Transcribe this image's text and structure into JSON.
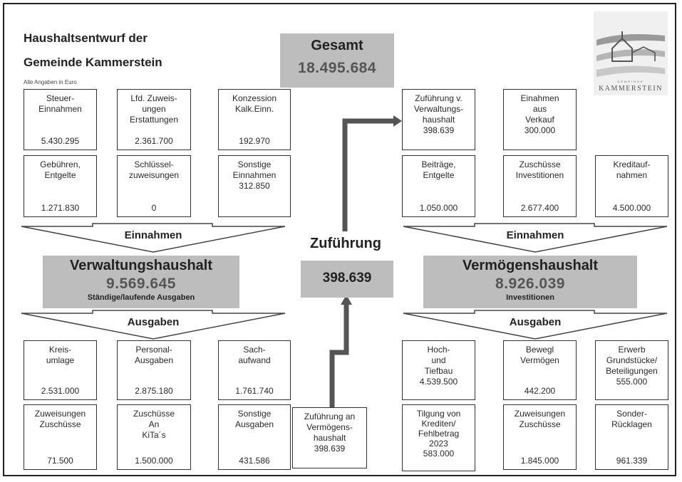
{
  "header": {
    "title_line1": "Haushaltsentwurf der",
    "title_line2": "Gemeinde Kammerstein",
    "note": "Alle Angaben in Euro"
  },
  "logo": {
    "small_text": "GEMEINDE",
    "name": "KAMMERSTEIN"
  },
  "gesamt": {
    "label": "Gesamt",
    "value": "18.495.684"
  },
  "zufuehrung": {
    "label": "Zuführung",
    "value": "398.639"
  },
  "verwaltung": {
    "einnahmen_label": "Einnahmen",
    "ausgaben_label": "Ausgaben",
    "title": "Verwaltungshaushalt",
    "value": "9.569.645",
    "subtitle": "Ständige/laufende Ausgaben",
    "einnahmen": [
      {
        "label": "Steuer-\nEinnahmen",
        "value": "5.430.295"
      },
      {
        "label": "Lfd. Zuweis-\nungen\nErstattungen",
        "value": "2.361.700"
      },
      {
        "label": "Konzession\nKalk.Einn.",
        "value": "192.970"
      },
      {
        "label": "Gebühren,\nEntgelte",
        "value": "1.271.830"
      },
      {
        "label": "Schlüssel-\nzuweisungen",
        "value": "0"
      },
      {
        "label": "Sonstige\nEinnahmen\n312.850",
        "value": ""
      }
    ],
    "ausgaben": [
      {
        "label": "Kreis-\numlage",
        "value": "2.531.000"
      },
      {
        "label": "Personal-\nAusgaben",
        "value": "2.875.180"
      },
      {
        "label": "Sach-\naufwand",
        "value": "1.761.740"
      },
      {
        "label": "Zuweisungen\nZuschüsse",
        "value": "71.500"
      },
      {
        "label": "Zuschüsse\nAn\nKiTa´s",
        "value": "1.500.000"
      },
      {
        "label": "Sonstige\nAusgaben",
        "value": "431.586"
      },
      {
        "label": "Zuführung an\nVermögens-\nhaushalt\n398.639",
        "value": ""
      }
    ]
  },
  "vermoegen": {
    "einnahmen_label": "Einnahmen",
    "ausgaben_label": "Ausgaben",
    "title": "Vermögenshaushalt",
    "value": "8.926.039",
    "subtitle": "Investitionen",
    "einnahmen": [
      {
        "label": "Zuführung v.\nVerwaltungs-\nhaushalt\n398.639",
        "value": ""
      },
      {
        "label": "Einahmen\naus\nVerkauf\n300.000",
        "value": ""
      },
      {
        "label": "Beiträge,\nEntgelte",
        "value": "1.050.000"
      },
      {
        "label": "Zuschüsse\nInvestitionen",
        "value": "2.677.400"
      },
      {
        "label": "Kreditauf-\nnahmen",
        "value": "4.500.000"
      }
    ],
    "ausgaben": [
      {
        "label": "Hoch-\nund\nTiefbau\n4.539.500",
        "value": ""
      },
      {
        "label": "Bewegl\nVermögen",
        "value": "442.200"
      },
      {
        "label": "Erwerb\nGrundstücke/\nBeteiligungen\n555.000",
        "value": ""
      },
      {
        "label": "Tilgung von\nKrediten/\nFehlbetrag\n2023\n583.000",
        "value": ""
      },
      {
        "label": "Zuweisungen\nZuschüsse",
        "value": "1.845.000"
      },
      {
        "label": "Sonder-\nRücklagen",
        "value": "961.339"
      }
    ]
  },
  "colors": {
    "gray_box": "#bdbdbd",
    "line": "#333333",
    "arrow": "#555555"
  }
}
